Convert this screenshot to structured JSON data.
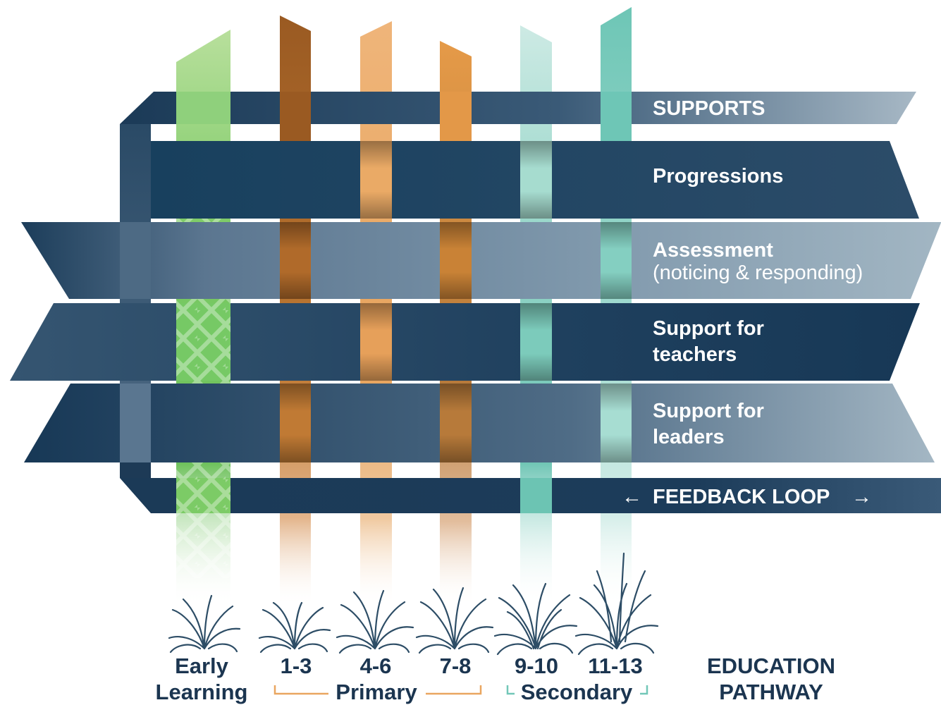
{
  "bands": {
    "supports": "SUPPORTS",
    "progressions": "Progressions",
    "assessment": "Assessment",
    "assessment_sub": "(noticing & responding)",
    "teachers_1": "Support for",
    "teachers_2": "teachers",
    "leaders_1": "Support for",
    "leaders_2": "leaders",
    "feedback_left_arrow": "←",
    "feedback": "FEEDBACK LOOP",
    "feedback_right_arrow": "→"
  },
  "stages": {
    "early_1": "Early",
    "early_2": "Learning",
    "y1_3": "1-3",
    "y4_6": "4-6",
    "y7_8": "7-8",
    "y9_10": "9-10",
    "y11_13": "11-13",
    "primary": "Primary",
    "secondary": "Secondary",
    "pathway_1": "EDUCATION",
    "pathway_2": "PATHWAY"
  },
  "colors": {
    "navy": "#1b3a57",
    "steel": "#6f8aa0",
    "light_steel": "#9ab0bf",
    "early_green": "#7cc46b",
    "primary_brown": "#a8642a",
    "primary_orange": "#e9a660",
    "secondary_teal": "#72c7b8",
    "label_text": "#1b3550"
  }
}
